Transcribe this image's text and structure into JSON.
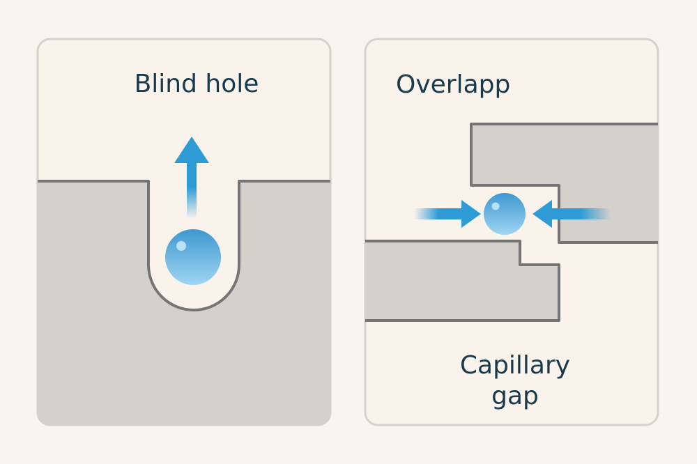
{
  "panels": {
    "blind_hole": {
      "title": "Blind hole",
      "arrow_direction": "up",
      "droplet": "water-droplet"
    },
    "overlap": {
      "title": "Overlapp",
      "caption_line1": "Capillary",
      "caption_line2": "gap",
      "arrow_directions": [
        "right",
        "left"
      ],
      "droplet": "water-droplet"
    }
  },
  "colors": {
    "background": "#f8f4ef",
    "panel_fill": "#faf3ec",
    "panel_border": "#d6d1cb",
    "material_fill": "#d4d0cb",
    "material_outline": "#757575",
    "text": "#173a4d",
    "accent_blue": "#2e9bd6"
  }
}
